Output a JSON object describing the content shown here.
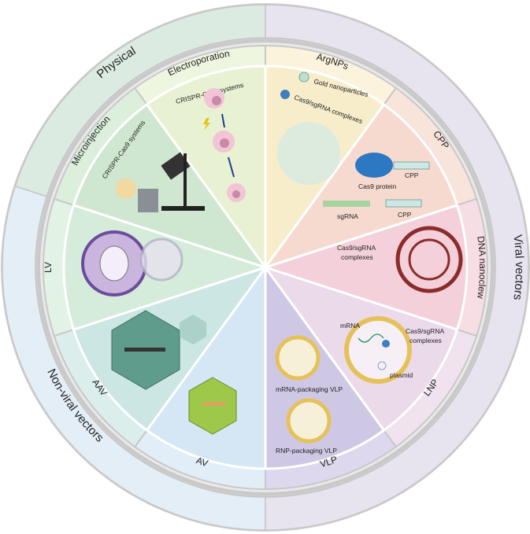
{
  "bands": [
    {
      "label": "Physical",
      "color": "#dcebe2",
      "start": 288,
      "end": 360
    },
    {
      "label": "Non-viral vectors",
      "color": "#e4eef6",
      "start": 180,
      "end": 288
    },
    {
      "label": "Viral vectors",
      "color": "#e7e4f0",
      "start": 0,
      "end": 180
    }
  ],
  "sectors": [
    {
      "label": "ArgNPs",
      "color": "#f8edcb",
      "ring": "#fbf3dc"
    },
    {
      "label": "CPP",
      "color": "#f6dacf",
      "ring": "#f9e4dc"
    },
    {
      "label": "DNA nanoclew",
      "color": "#f4d0da",
      "ring": "#f7dde4"
    },
    {
      "label": "LNP",
      "color": "#ebdaea",
      "ring": "#f0e3ef"
    },
    {
      "label": "VLP",
      "color": "#cfc8e4",
      "ring": "#ddd8ed"
    },
    {
      "label": "AV",
      "color": "#d5e7f4",
      "ring": "#e2eef7"
    },
    {
      "label": "AAV",
      "color": "#cbe6e3",
      "ring": "#dbeeec"
    },
    {
      "label": "LV",
      "color": "#d5ecda",
      "ring": "#e2f2e5"
    },
    {
      "label": "Microinjection",
      "color": "#cfe7d0",
      "ring": "#dcefdd"
    },
    {
      "label": "Electroporation",
      "color": "#e8f2d3",
      "ring": "#eff6e0"
    }
  ],
  "notes": {
    "electroporation_crispr": "CRISPR-Cas9 systems",
    "microinjection_crispr": "CRISPR-Cas9 systems",
    "gold_np": "Gold nanoparticles",
    "argnps_complex": "Cas9/sgRNA complexes",
    "cas9_protein": "Cas9 protein",
    "cpp_1": "CPP",
    "cpp_2": "CPP",
    "sgrna": "sgRNA",
    "nanoclew_complex_1": "Cas9/sgRNA",
    "nanoclew_complex_2": "complexes",
    "mrna": "mRNA",
    "lnp_complex_1": "Cas9/sgRNA",
    "lnp_complex_2": "complexes",
    "plasmid": "plasmid",
    "mrna_vlp": "mRNA-packaging VLP",
    "rnp_vlp": "RNP-packaging VLP"
  }
}
